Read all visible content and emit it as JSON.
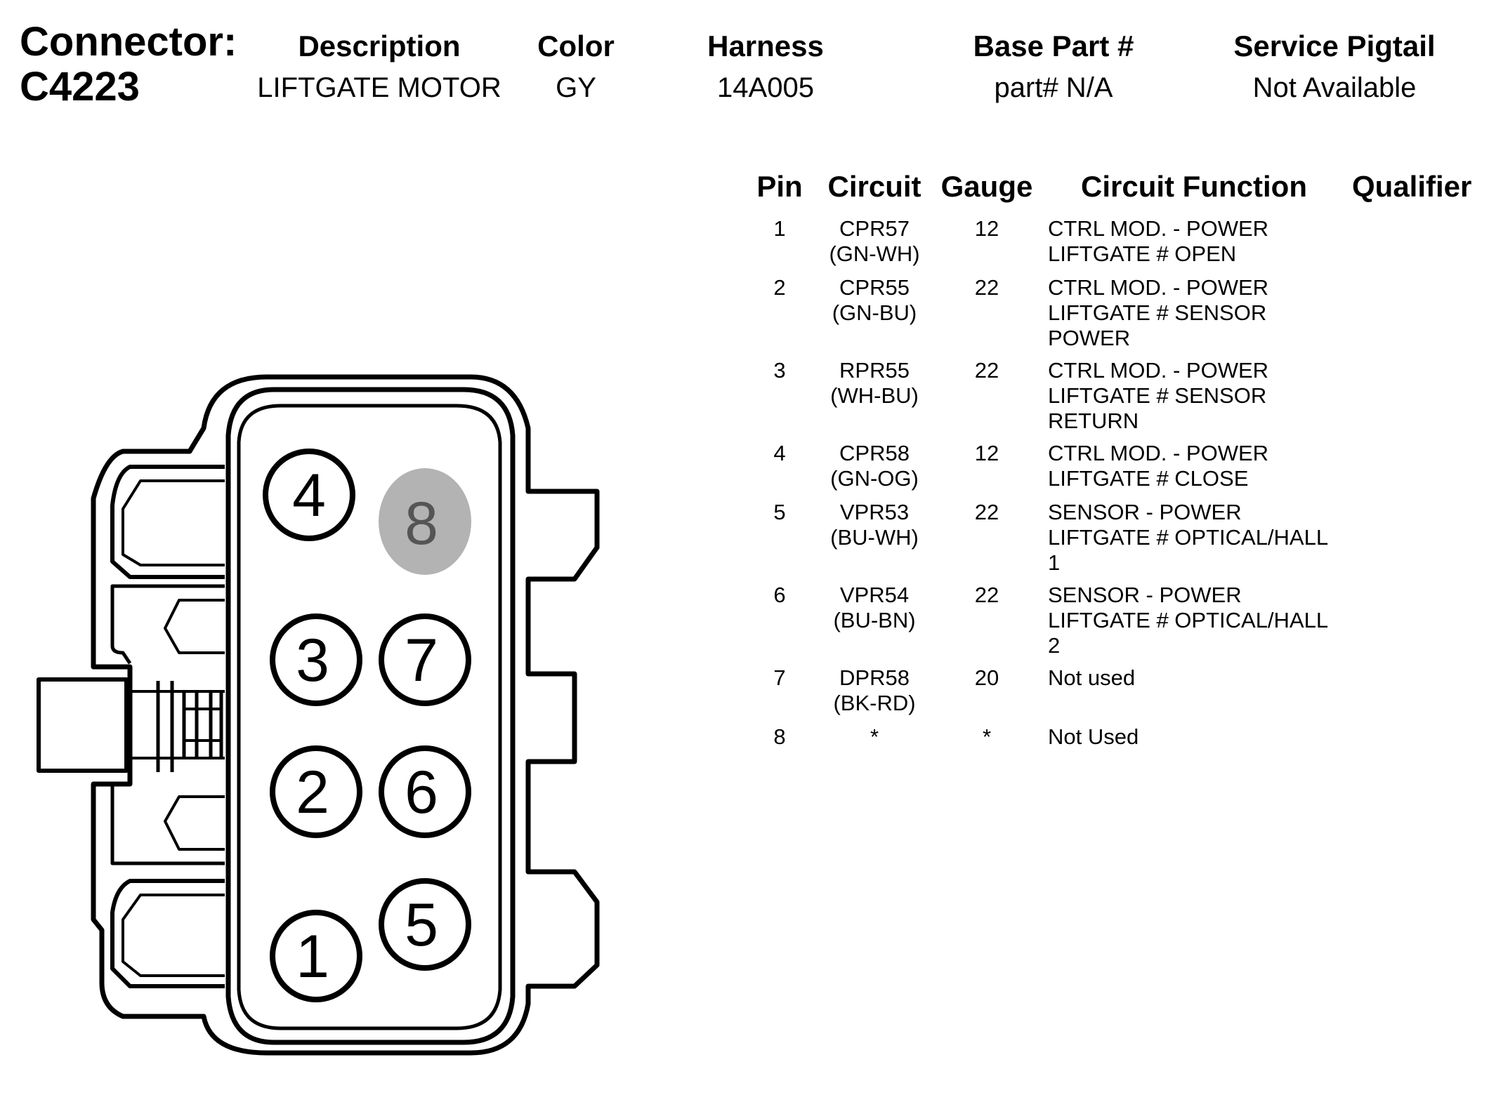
{
  "connector": {
    "label": "Connector:",
    "id": "C4223"
  },
  "header": {
    "description": {
      "label": "Description",
      "value": "LIFTGATE MOTOR"
    },
    "color": {
      "label": "Color",
      "value": "GY"
    },
    "harness": {
      "label": "Harness",
      "value": "14A005"
    },
    "base_part": {
      "label": "Base Part #",
      "value": "part# N/A"
    },
    "service_pigtail": {
      "label": "Service Pigtail",
      "value": "Not Available"
    }
  },
  "table": {
    "columns": [
      "Pin",
      "Circuit",
      "Gauge",
      "Circuit Function",
      "Qualifier"
    ],
    "rows": [
      {
        "pin": "1",
        "circuit": "CPR57\n(GN-WH)",
        "gauge": "12",
        "function": "CTRL MOD. - POWER\nLIFTGATE # OPEN",
        "qualifier": ""
      },
      {
        "pin": "2",
        "circuit": "CPR55\n(GN-BU)",
        "gauge": "22",
        "function": "CTRL MOD. - POWER\nLIFTGATE # SENSOR\nPOWER",
        "qualifier": ""
      },
      {
        "pin": "3",
        "circuit": "RPR55\n(WH-BU)",
        "gauge": "22",
        "function": "CTRL MOD. - POWER\nLIFTGATE # SENSOR\nRETURN",
        "qualifier": ""
      },
      {
        "pin": "4",
        "circuit": "CPR58\n(GN-OG)",
        "gauge": "12",
        "function": "CTRL MOD. - POWER\nLIFTGATE # CLOSE",
        "qualifier": ""
      },
      {
        "pin": "5",
        "circuit": "VPR53\n(BU-WH)",
        "gauge": "22",
        "function": "SENSOR - POWER\nLIFTGATE # OPTICAL/HALL\n1",
        "qualifier": ""
      },
      {
        "pin": "6",
        "circuit": "VPR54\n(BU-BN)",
        "gauge": "22",
        "function": "SENSOR - POWER\nLIFTGATE # OPTICAL/HALL\n2",
        "qualifier": ""
      },
      {
        "pin": "7",
        "circuit": "DPR58\n(BK-RD)",
        "gauge": "20",
        "function": "Not used",
        "qualifier": ""
      },
      {
        "pin": "8",
        "circuit": "*",
        "gauge": "*",
        "function": "Not Used",
        "qualifier": ""
      }
    ]
  },
  "diagram": {
    "pins": [
      {
        "label": "4",
        "unused": false
      },
      {
        "label": "8",
        "unused": true
      },
      {
        "label": "3",
        "unused": false
      },
      {
        "label": "7",
        "unused": false
      },
      {
        "label": "2",
        "unused": false
      },
      {
        "label": "6",
        "unused": false
      },
      {
        "label": "1",
        "unused": false
      },
      {
        "label": "5",
        "unused": false
      }
    ],
    "colors": {
      "stroke": "#000000",
      "unused_fill": "#b3b3b3",
      "unused_text": "#555555"
    }
  }
}
